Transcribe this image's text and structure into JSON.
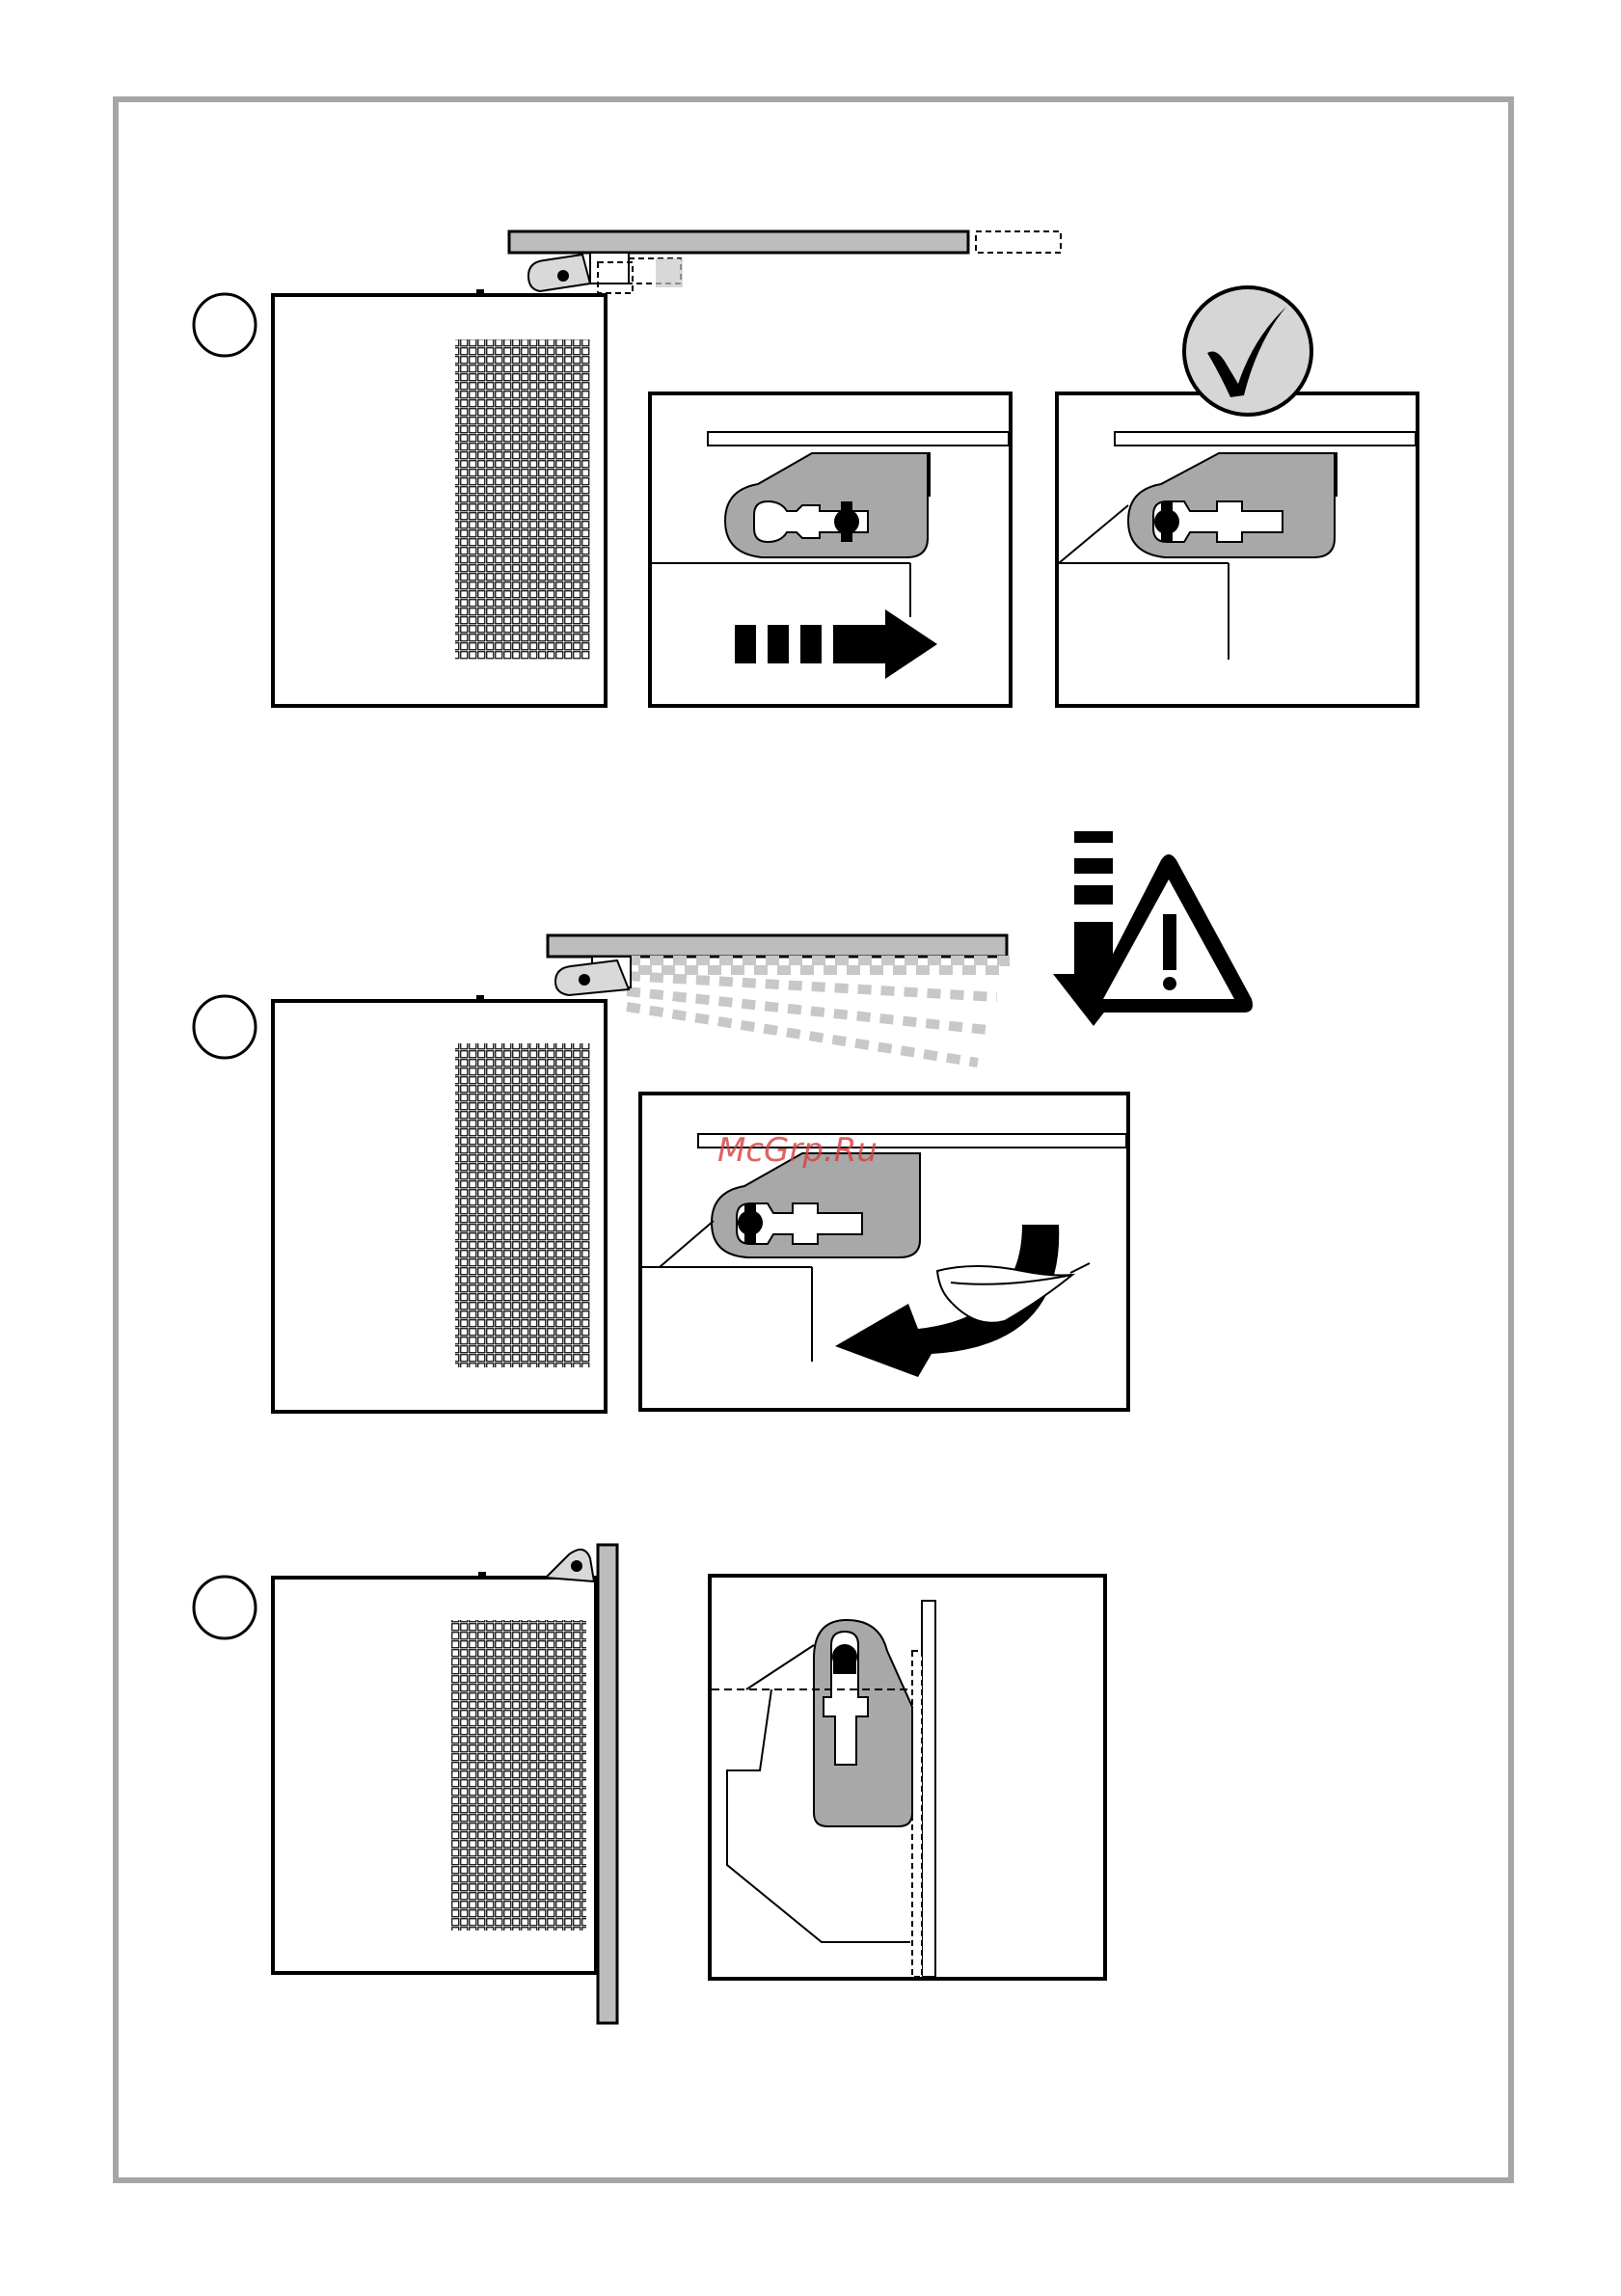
{
  "document": {
    "steps": [
      {
        "id": 1,
        "label": ""
      },
      {
        "id": 2,
        "label": ""
      },
      {
        "id": 3,
        "label": ""
      }
    ],
    "symbols": {
      "approval": "checkmark-icon",
      "warning": "warning-triangle-icon",
      "motion_slide": "dashed-arrow-right-icon",
      "motion_drop": "arrow-down-icon",
      "motion_lower": "curved-arrow-icon",
      "gentle": "feather-icon"
    },
    "watermark": "McGrp.Ru"
  },
  "colors": {
    "frame": "#a6a6a6",
    "line": "#000000",
    "bracket": "#a8a8a8",
    "panel": "#bdbdbd",
    "ghost": "#c8c8c8",
    "watermark": "#d94040"
  }
}
